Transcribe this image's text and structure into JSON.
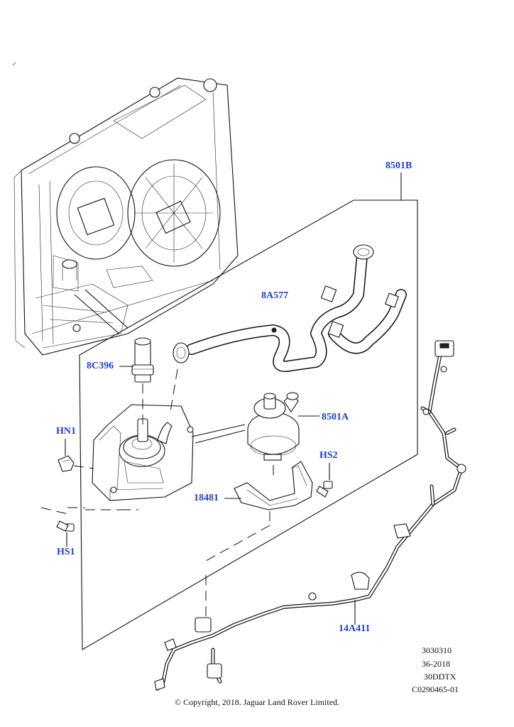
{
  "callouts": {
    "c_8501B": "8501B",
    "c_8A577": "8A577",
    "c_8C396": "8C396",
    "c_8501A": "8501A",
    "c_HN1": "HN1",
    "c_HS2": "HS2",
    "c_18481": "18481",
    "c_HS1": "HS1",
    "c_14A411": "14A411"
  },
  "info_block": {
    "line1": "3030310",
    "line2": "36-2018",
    "line3": "30DDTX",
    "line4": "C0290465-01"
  },
  "copyright": "© Copyright, 2018. Jaguar Land Rover Limited.",
  "colors": {
    "callout": "#1f3fbf",
    "line": "#111111"
  }
}
